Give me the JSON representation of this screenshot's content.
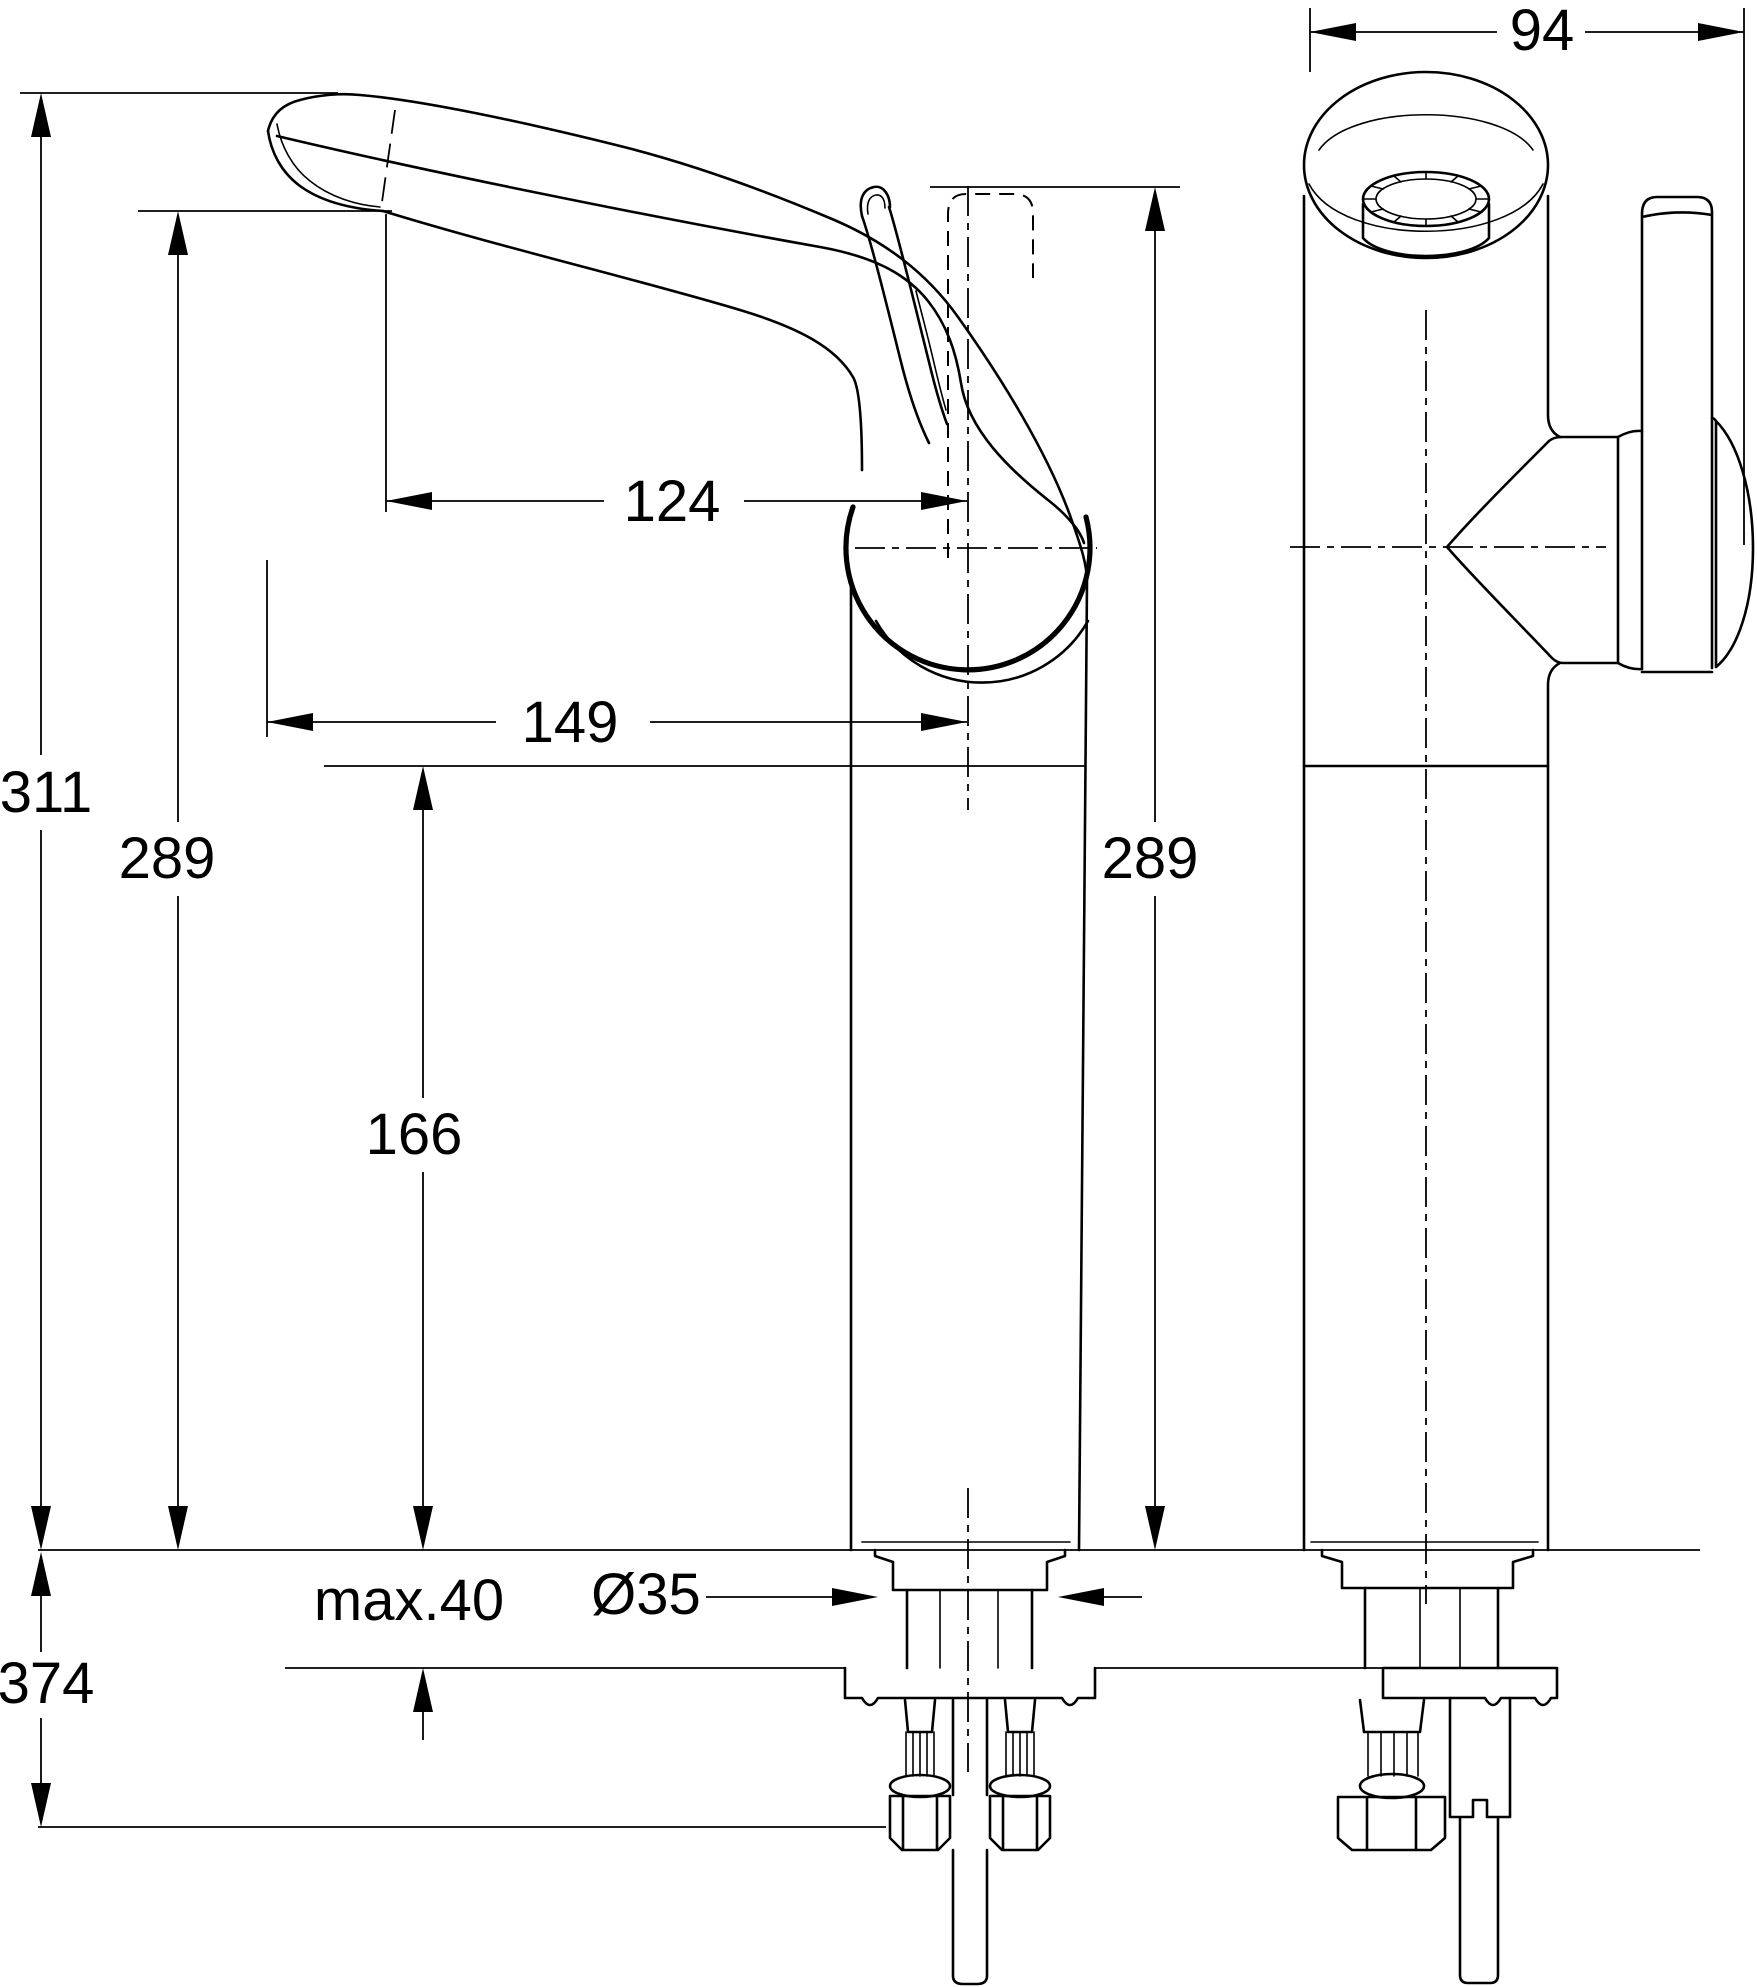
{
  "drawing": {
    "title": "faucet-dimensional-drawing",
    "units": "mm",
    "line_color": "#000000",
    "background_color": "#ffffff",
    "dimensions": {
      "overall_width": "94",
      "height_to_spout_top": "311",
      "height_to_spout_outlet": "289",
      "height_to_handle_top": "289",
      "column_height_above_deck": "166",
      "spout_reach_to_tip": "124",
      "spout_reach_overall": "149",
      "max_deck_thickness": "max.40",
      "tap_hole_diameter": "Ø35",
      "height_including_shank": "374"
    }
  }
}
